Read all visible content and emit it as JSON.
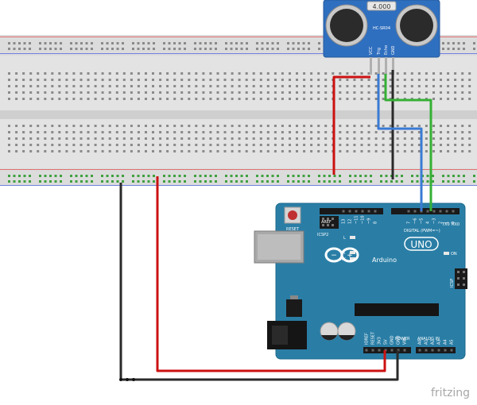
{
  "sensor": {
    "display": "4.000",
    "model": "HC-SR04",
    "pins": [
      "VCC",
      "Trig",
      "Echo",
      "GND"
    ]
  },
  "arduino": {
    "reset_label": "RESET",
    "icsp2_label": "ICSP2",
    "icsp_label": "ICSP",
    "model_label": "UNO",
    "brand_label": "Arduino",
    "on_label": "ON",
    "led_labels": [
      "L",
      "TX",
      "RX"
    ],
    "digital_label": "DIGITAL (PWM=~)",
    "power_label": "POWER",
    "analog_label": "ANALOG IN",
    "aref_label": "AREF",
    "txd_label": "TX0",
    "rxd_label": "RX0",
    "digital_pins": [
      "13",
      "12",
      "~11",
      "~10",
      "~9",
      "8",
      "7",
      "~6",
      "~5",
      "4",
      "~3",
      "2",
      "1",
      "0"
    ],
    "power_pins": [
      "IOREF",
      "RESET",
      "3V3",
      "5V",
      "GND",
      "GND",
      "VIN"
    ],
    "analog_pins": [
      "A0",
      "A1",
      "A2",
      "A3",
      "A4",
      "A5"
    ]
  },
  "footer": {
    "brand": "fritzing"
  },
  "colors": {
    "board": "#2a7ea6",
    "wire_red": "#cc1111",
    "wire_black": "#2a2a2a",
    "wire_blue": "#3a7bd5",
    "wire_green": "#35b035",
    "sensor": "#2f6fbf"
  }
}
